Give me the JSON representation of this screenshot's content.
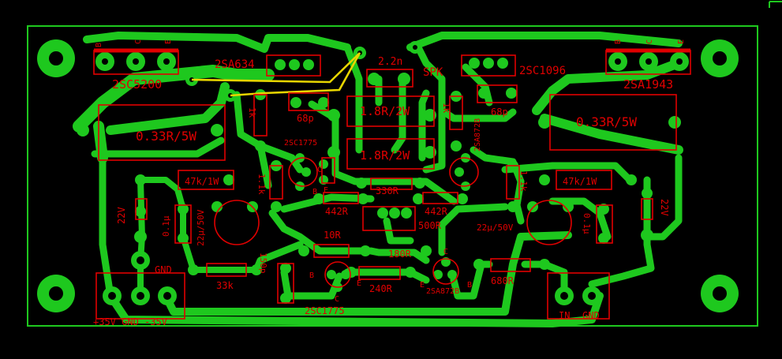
{
  "colors": {
    "background": "#000000",
    "copper": "#1ec81e",
    "silkscreen": "#e00000",
    "jumper": "#e8d600"
  },
  "labels": {
    "q_left_power": "2SC5200",
    "q_left_driver": "2SA634",
    "q_right_driver": "2SC1096",
    "q_right_power": "2SA1943",
    "r_left_emitter": "0.33R/5W",
    "r_right_emitter": "0.33R/5W",
    "r_zobel_top": "1.8R/2W",
    "r_zobel_bottom": "1.8R/2W",
    "c_top": "2.2n",
    "spk": "SPK",
    "c_left_68p": "68p",
    "c_right_68p": "68p",
    "r_left_1k": "1k",
    "r_right_1k": "1k",
    "q_left_vas": "2SC1775",
    "q_right_vas": "2SA872B",
    "r_left_47k": "47k/1W",
    "r_right_47k": "47k/1W",
    "r_left_1_1k": "1.1k",
    "r_right_1_1k": "1.1k",
    "r_330": "330R",
    "r_442_left": "442R",
    "r_442_right": "442R",
    "r_500": "500R",
    "r_10": "10R",
    "r_180": "180R",
    "c_left_22u": "22µ/50V",
    "c_right_22u": "22µ/50V",
    "c_left_0_1": "0.1µ",
    "c_right_0_1": "0.1µ",
    "z_left": "22V",
    "z_right": "22V",
    "gnd_mid": "GND",
    "r_33k": "33k",
    "c_150p": "150p",
    "r_240": "240R",
    "r_680": "680R",
    "q_bottom_left": "2SC1775",
    "q_bottom_right": "2SA872B",
    "conn_psu": "+35V GND -35V",
    "conn_in": "IN",
    "conn_gnd": "GND",
    "pin_b": "B",
    "pin_c": "C",
    "pin_e": "E"
  }
}
